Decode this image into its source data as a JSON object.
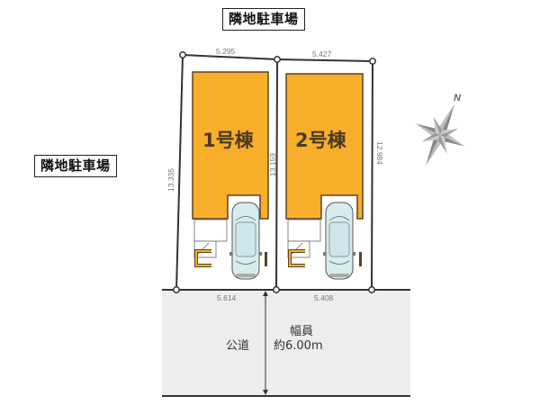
{
  "labels": {
    "north_neighbor": "隣地駐車場",
    "west_neighbor": "隣地駐車場"
  },
  "buildings": [
    {
      "name": "1号棟"
    },
    {
      "name": "2号棟"
    }
  ],
  "dimensions": {
    "lot1_top": "5.295",
    "lot2_top": "5.427",
    "lot1_left": "13.335",
    "shared_side": "13.159",
    "lot2_right": "12.984",
    "lot1_bottom": "5.614",
    "lot2_bottom": "5.408"
  },
  "road": {
    "type": "公道",
    "width_label": "幅員",
    "width_value": "約6.00m"
  },
  "compass": {
    "north_label": "N"
  },
  "colors": {
    "building": "#F7AE2B",
    "building_outline": "#5a4324",
    "road": "#EDEDED",
    "car": "#D6ECEE",
    "lot_line": "#333333"
  }
}
